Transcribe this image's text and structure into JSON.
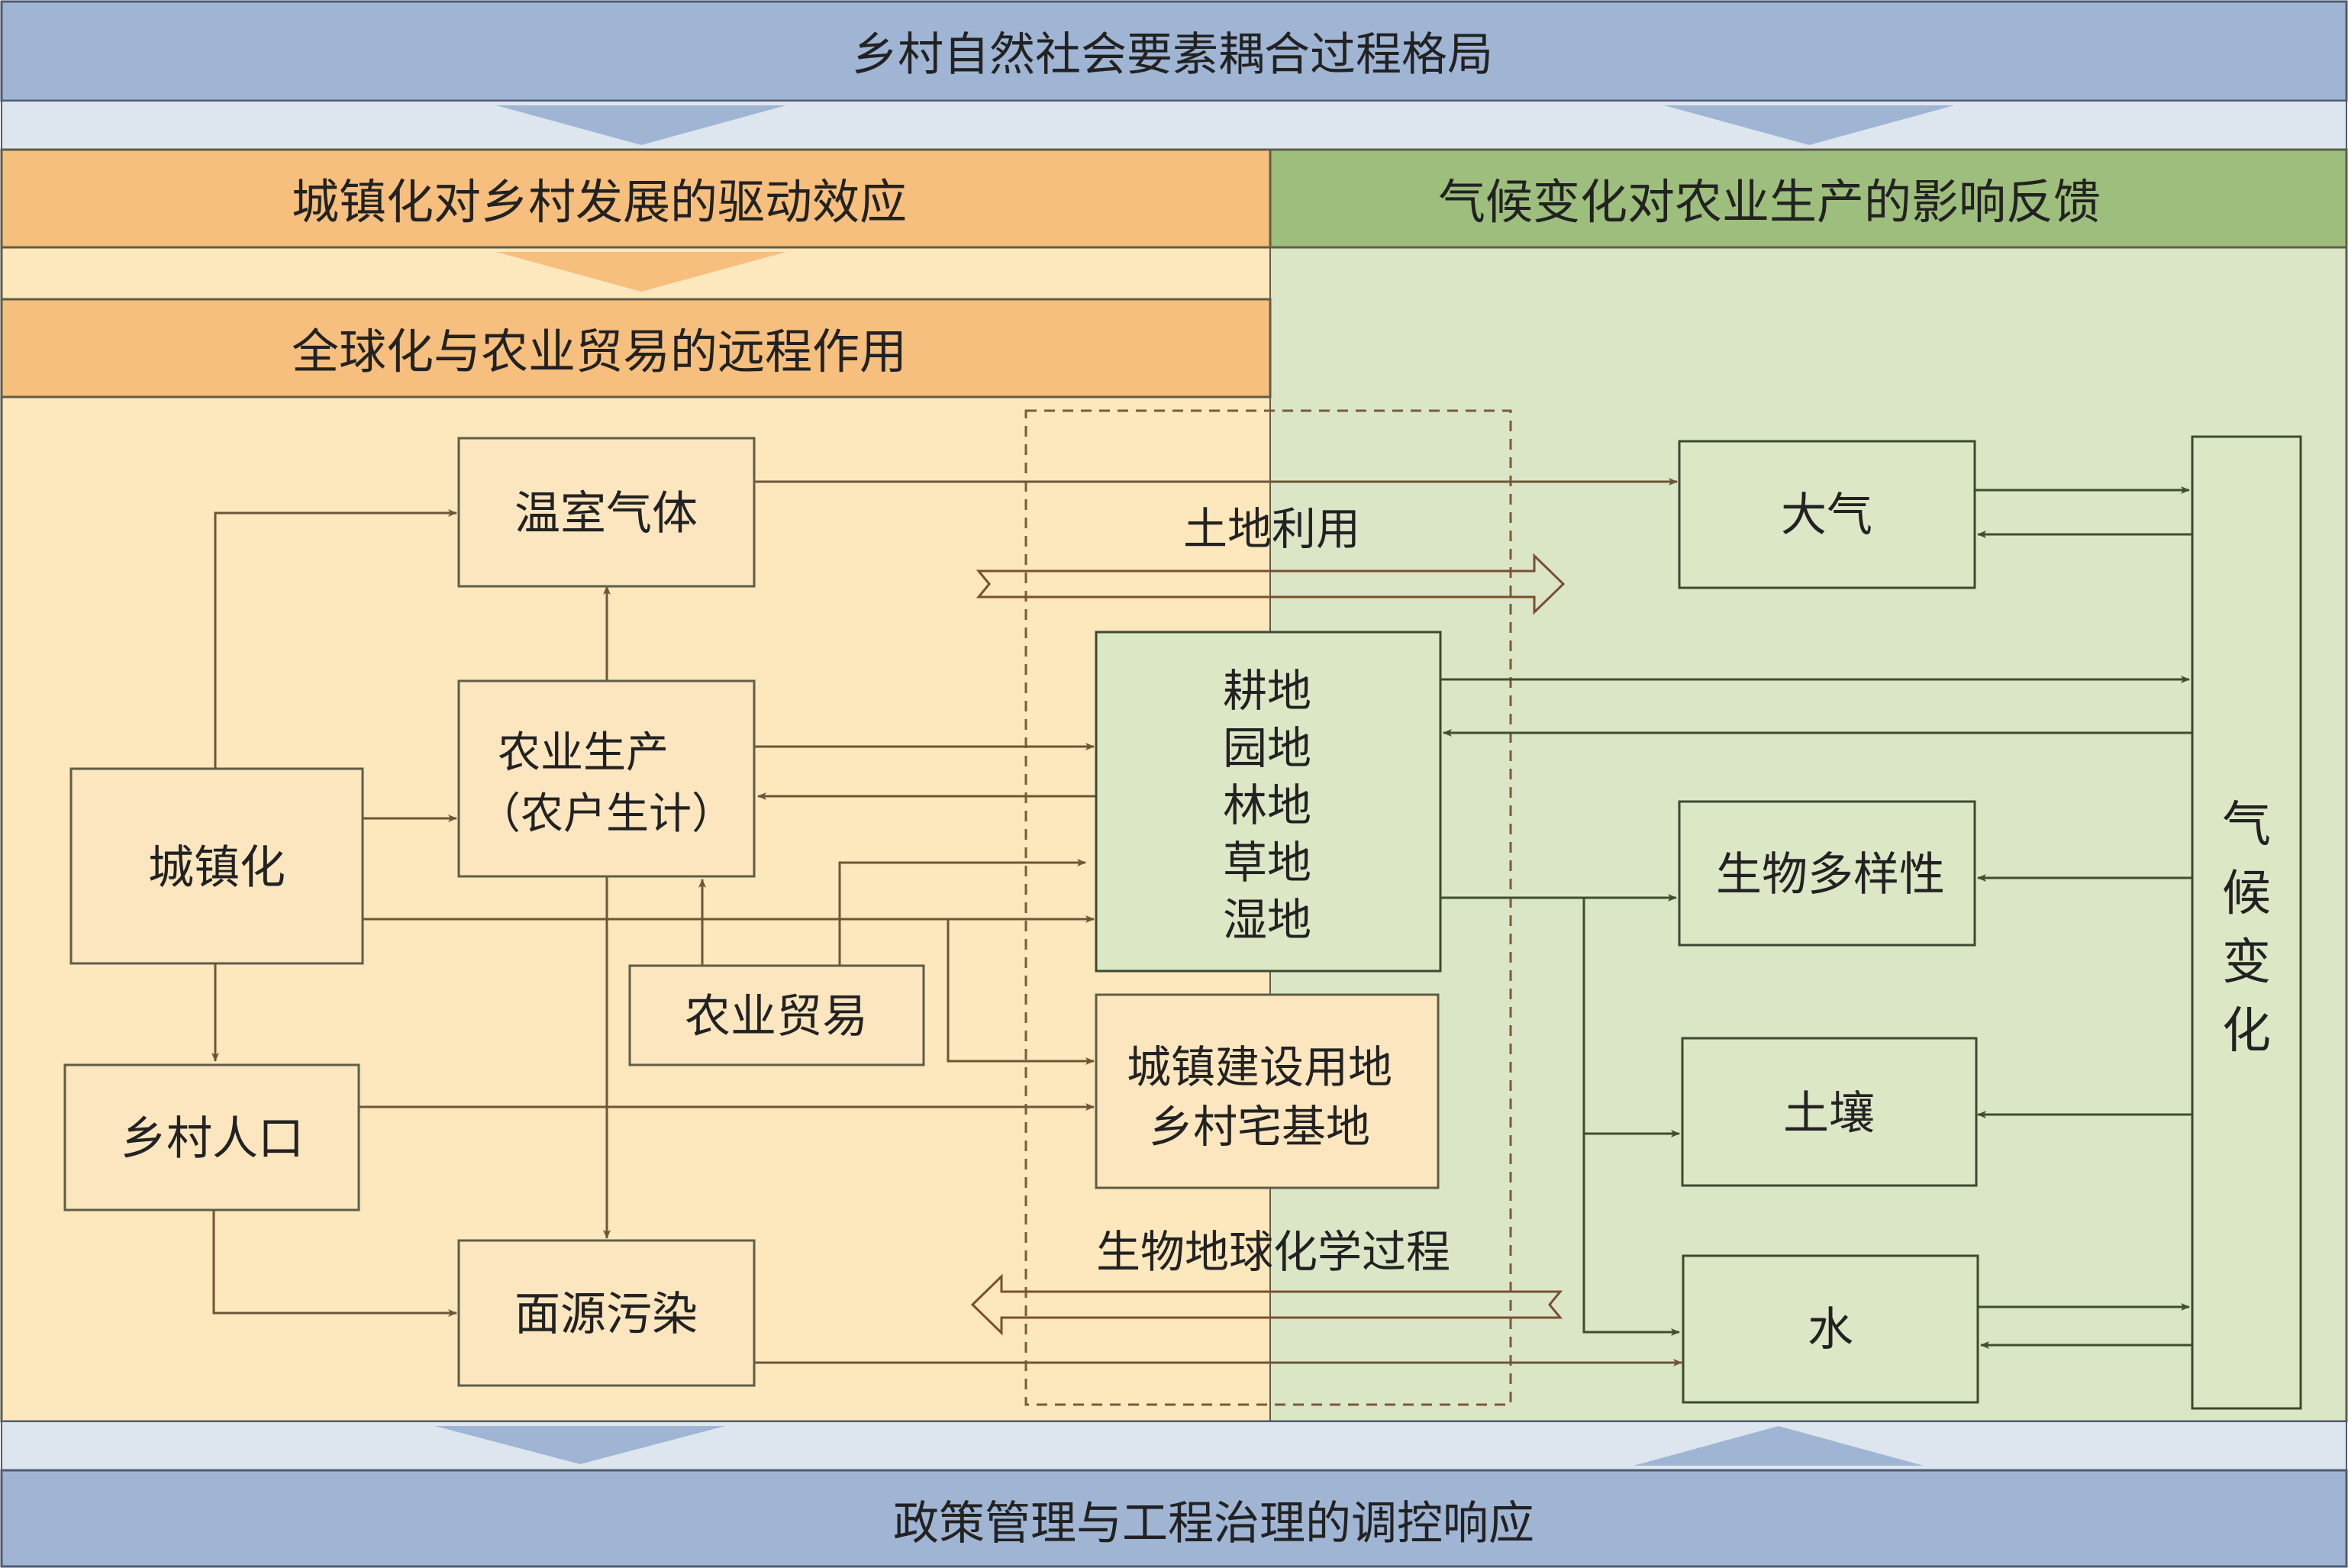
{
  "header": {
    "title": "乡村自然社会要素耦合过程格局"
  },
  "footer": {
    "title": "政策管理与工程治理的调控响应"
  },
  "bands": {
    "urbanization_effect": "城镇化对乡村发展的驱动效应",
    "climate_feedback": "气候变化对农业生产的影响反馈",
    "globalization": "全球化与农业贸易的远程作用"
  },
  "nodes": {
    "greenhouse": "温室气体",
    "agri_prod_line1": "农业生产",
    "agri_prod_line2": "（农户生计）",
    "urbanization": "城镇化",
    "rural_pop": "乡村人口",
    "agri_trade": "农业贸易",
    "nonpoint": "面源污染",
    "landcover": [
      "耕地",
      "园地",
      "林地",
      "草地",
      "湿地"
    ],
    "construction_line1": "城镇建设用地",
    "construction_line2": "乡村宅基地",
    "atmosphere": "大气",
    "biodiversity": "生物多样性",
    "soil": "土壤",
    "water": "水",
    "climate_change": [
      "气",
      "候",
      "变",
      "化"
    ]
  },
  "flows": {
    "land_use": "土地利用",
    "biogeo": "生物地球化学过程"
  },
  "colors": {
    "header_fill": "#9fb5d3",
    "band_orange": "#f6bf7e",
    "band_green": "#9ebe7d",
    "left_bg": "#fde7bd",
    "right_bg": "#dbe6c7",
    "brown_line": "#6e5536",
    "green_line": "#3e4f2e"
  }
}
